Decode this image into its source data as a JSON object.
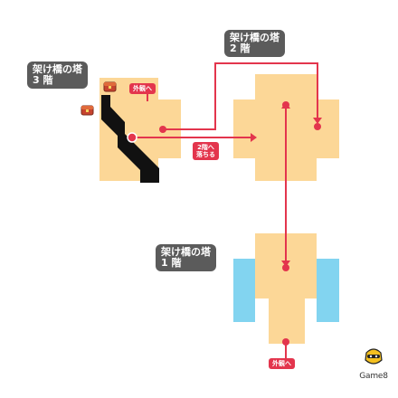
{
  "floors": [
    {
      "id": "3f",
      "name": "架け橋の塔",
      "level": "3 階"
    },
    {
      "id": "2f",
      "name": "架け橋の塔",
      "level": "2 階"
    },
    {
      "id": "1f",
      "name": "架け橋の塔",
      "level": "1 階"
    }
  ],
  "labels": {
    "exit_3f": "外観へ",
    "exit_1f": "外観へ",
    "drop_line1": "2階へ",
    "drop_line2": "落ちる"
  },
  "logo": {
    "text": "Game8"
  },
  "colors": {
    "floor": "#fcd797",
    "floor_edge": "#f5c676",
    "water": "#82d4f0",
    "pit": "#111111",
    "route": "#e3354d",
    "label_bg": "#5b5b5b",
    "background": "#ffffff"
  },
  "icons": [
    "treasure-chest-icon",
    "treasure-chest-icon",
    "game8-logo-icon"
  ]
}
